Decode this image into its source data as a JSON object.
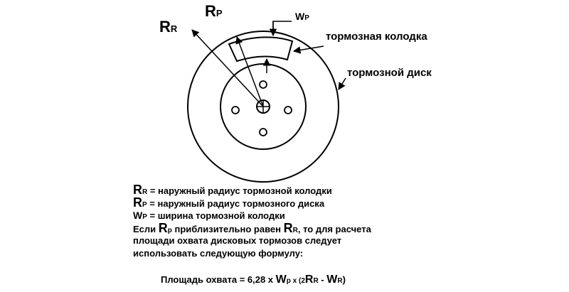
{
  "labels": {
    "rr_main": "R",
    "rr_sub": "R",
    "rp_main": "R",
    "rp_sub": "P",
    "wp_main": "W",
    "wp_sub": "P",
    "pad": "тормозная колодка",
    "disc": "тормозной диск"
  },
  "legend": {
    "line1_sym": "R",
    "line1_sub": "R",
    "line1_text": " = наружный радиус тормозной колодки",
    "line2_sym": "R",
    "line2_sub": "P",
    "line2_text": " = наружный радиус тормозного диска",
    "line3_sym": "W",
    "line3_sub": "P",
    "line3_text": " = ширина тормозной колодки",
    "line4_a": "Если ",
    "line4_sym1": "R",
    "line4_sub1": "p",
    "line4_b": " приблизительно равен ",
    "line4_sym2": "R",
    "line4_sub2": "R",
    "line4_c": ", то для расчета",
    "line5": "площади охвата дисковых тормозов следует",
    "line6": "использовать следующую формулу:"
  },
  "formula": {
    "prefix": "Площадь охвата = 6,28 x ",
    "w1": "W",
    "w1_sub": "p",
    "mid": " x (2",
    "r": "R",
    "r_sub": "R",
    "dash": " - ",
    "w2": "W",
    "w2_sub": "R",
    "close": ")"
  }
}
